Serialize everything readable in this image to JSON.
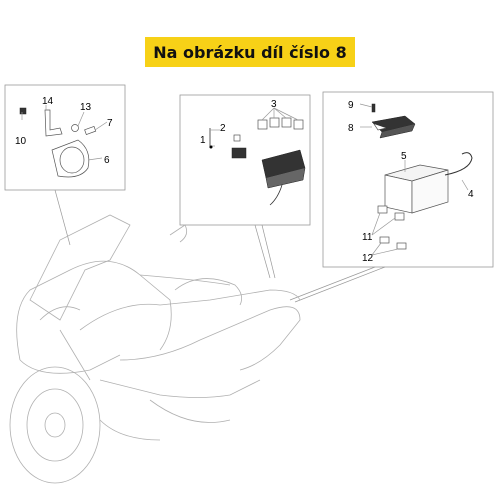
{
  "banner": {
    "text": "Na obrázku díl číslo 8",
    "color": "#f7d117"
  },
  "labels": {
    "p1": "1",
    "p2": "2",
    "p3": "3",
    "p4": "4",
    "p5": "5",
    "p6": "6",
    "p7": "7",
    "p8": "8",
    "p9": "9",
    "p10": "10",
    "p11": "11",
    "p12": "12",
    "p13": "13",
    "p14": "14"
  }
}
